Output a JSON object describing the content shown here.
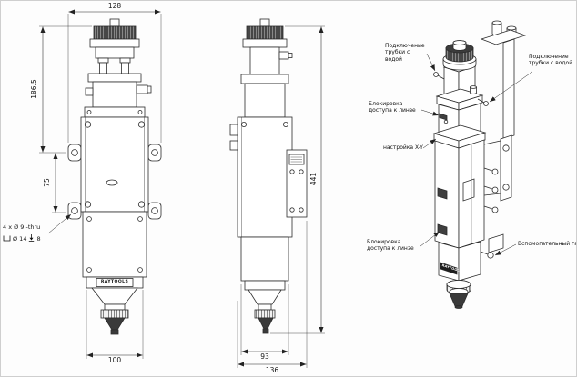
{
  "brand": "RAYTOOLS",
  "front_view": {
    "dim_top_width": "128",
    "dim_height_upper": "186.5",
    "dim_hole_spacing": "75",
    "dim_bottom_width": "100",
    "hole_note_line1": "4 x Ø 9 -thru",
    "hole_note_cbore_dia": "Ø 14",
    "hole_note_depth": "8"
  },
  "side_view": {
    "dim_total_height": "441",
    "dim_bottom_inner": "93",
    "dim_bottom_overall": "136"
  },
  "iso_view": {
    "callout_water_top": "Подключение трубки с водой",
    "callout_water_right": "Подключение трубки с водой",
    "callout_lens_lock_upper": "Блокировка доступа к линзе",
    "callout_xy": "настройка X-Y",
    "callout_lens_lock_lower": "Блокировка доступа к линзе",
    "callout_aux_gas": "Вспомогательный газ"
  }
}
